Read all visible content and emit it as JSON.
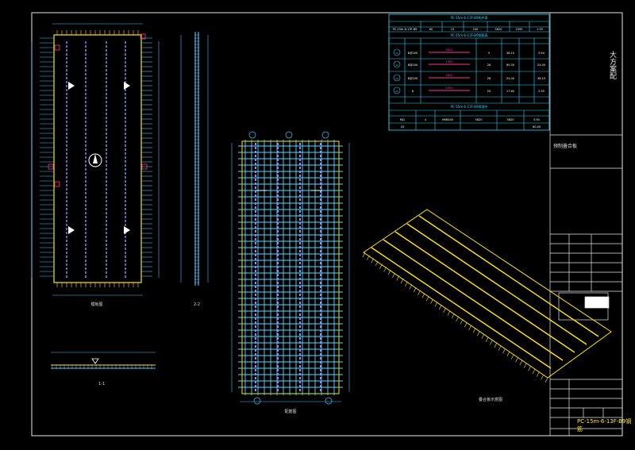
{
  "drawing": {
    "number": "PC-15m-6-13F-B9钢筋",
    "project_label": "预制叠合板",
    "side_title": "大方案配",
    "views": {
      "plan": "模板图",
      "section_1": "1-1",
      "section_2": "2-2",
      "rebar_plan": "配筋图",
      "iso": "叠合板示意图"
    }
  },
  "tables": {
    "main_title": "PC-15m-6-13F-B9构件表",
    "rebar_title": "PC-15m-6-13F-B9钢筋表",
    "embed_title": "PC-15m-6-13F-B9预埋件",
    "main_row": [
      "PC-15m-6-13F-B9",
      "60",
      "15",
      "200",
      "5620",
      "1590",
      "1.95"
    ],
    "rebar_rows": [
      {
        "id": "1a",
        "cells": [
          "1a",
          "8@200",
          "",
          "5820",
          "5",
          "38.10",
          "3.94"
        ]
      },
      {
        "id": "1b",
        "cells": [
          "1b",
          "8@200",
          "",
          "1990",
          "28",
          "60.30",
          "24.00"
        ]
      },
      {
        "id": "2a",
        "cells": [
          "2a",
          "8@200",
          "",
          "5820",
          "28",
          "24.00",
          "38.15"
        ]
      },
      {
        "id": "2b",
        "cells": [
          "2b",
          "8",
          "",
          "1590",
          "20",
          "17.60",
          "2.95"
        ]
      }
    ],
    "embed_rows": [
      [
        "MJ1",
        "4",
        "HRB400",
        "5820",
        "5820",
        "5.94"
      ],
      [
        "DJ",
        "",
        "",
        "",
        "",
        "60.49"
      ]
    ]
  },
  "colors": {
    "frame": "#e6e6e6",
    "outline": "#ffe600",
    "bar_main": "#8a8cff",
    "bar_cross": "#55d8ff",
    "dim": "#33ccff",
    "mark": "#ff3399",
    "table": "#2ad7ff",
    "iso": "#ffe600"
  }
}
